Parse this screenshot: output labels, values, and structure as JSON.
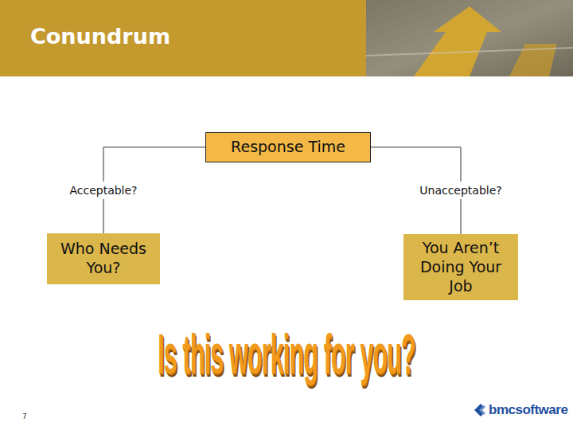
{
  "diagram": {
    "title": "Conundrum",
    "nodes": [
      {
        "text": [
          "Response Time"
        ]
      },
      {
        "text": [
          "Who Needs You?"
        ]
      },
      {
        "text": [
          "You Aren’t Doing Your Job"
        ]
      }
    ],
    "edges": [
      {
        "from": 0,
        "to": 1,
        "label": "Acceptable?",
        "arrow": "none"
      },
      {
        "from": 0,
        "to": 2,
        "label": "Unacceptable?",
        "arrow": "none"
      }
    ],
    "labels": [
      "Is this working for you?",
      "7",
      "bmcsoftware"
    ]
  }
}
